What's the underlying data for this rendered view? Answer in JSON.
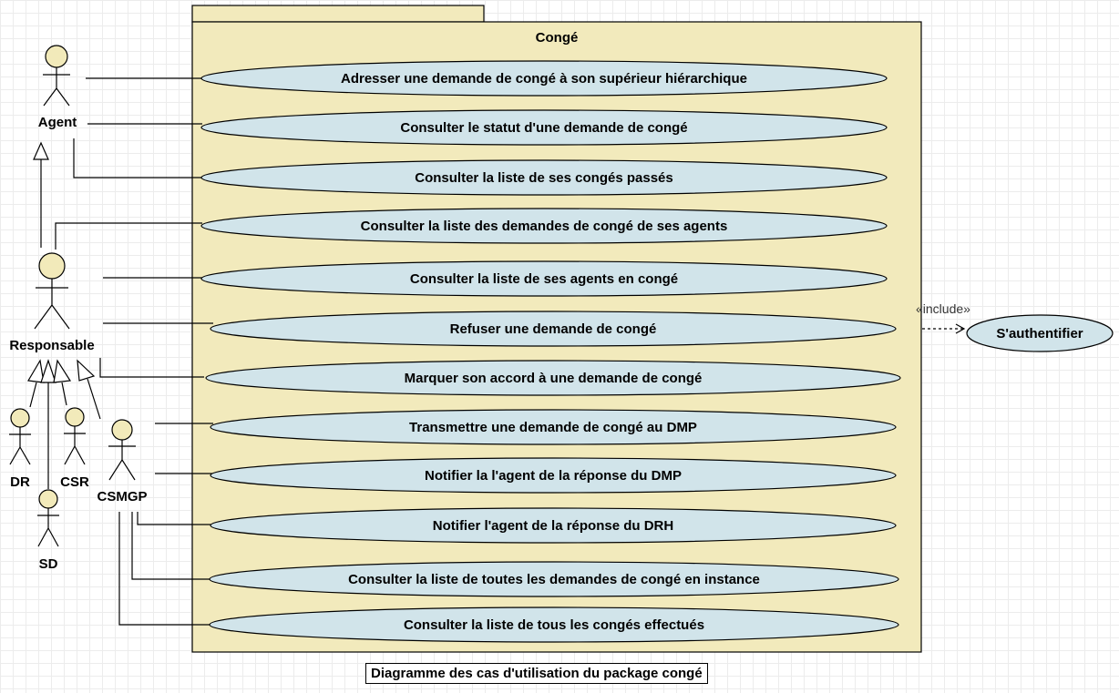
{
  "package": {
    "title": "Congé"
  },
  "actors": {
    "agent": "Agent",
    "responsable": "Responsable",
    "dr": "DR",
    "csr": "CSR",
    "sd": "SD",
    "csmgp": "CSMGP"
  },
  "use_cases": [
    "Adresser une demande de congé à son supérieur hiérarchique",
    "Consulter le statut d'une demande de congé",
    "Consulter la liste de ses congés passés",
    "Consulter la liste des demandes de congé de ses agents",
    "Consulter la liste de ses agents en congé",
    "Refuser une demande de congé",
    "Marquer son accord à une demande de congé",
    "Transmettre une demande de congé au DMP",
    "Notifier la l'agent de la réponse du DMP",
    "Notifier l'agent de la réponse du DRH",
    "Consulter la liste de toutes les demandes de congé en instance",
    "Consulter la liste de tous les congés effectués"
  ],
  "external_use_case": "S'authentifier",
  "include_label": "«include»",
  "caption": "Diagramme des cas d'utilisation du package congé",
  "colors": {
    "package_fill": "#f2eabc",
    "use_case_fill": "#d1e4ea",
    "actor_head_fill": "#f2eaba",
    "grid": "#ececec"
  }
}
